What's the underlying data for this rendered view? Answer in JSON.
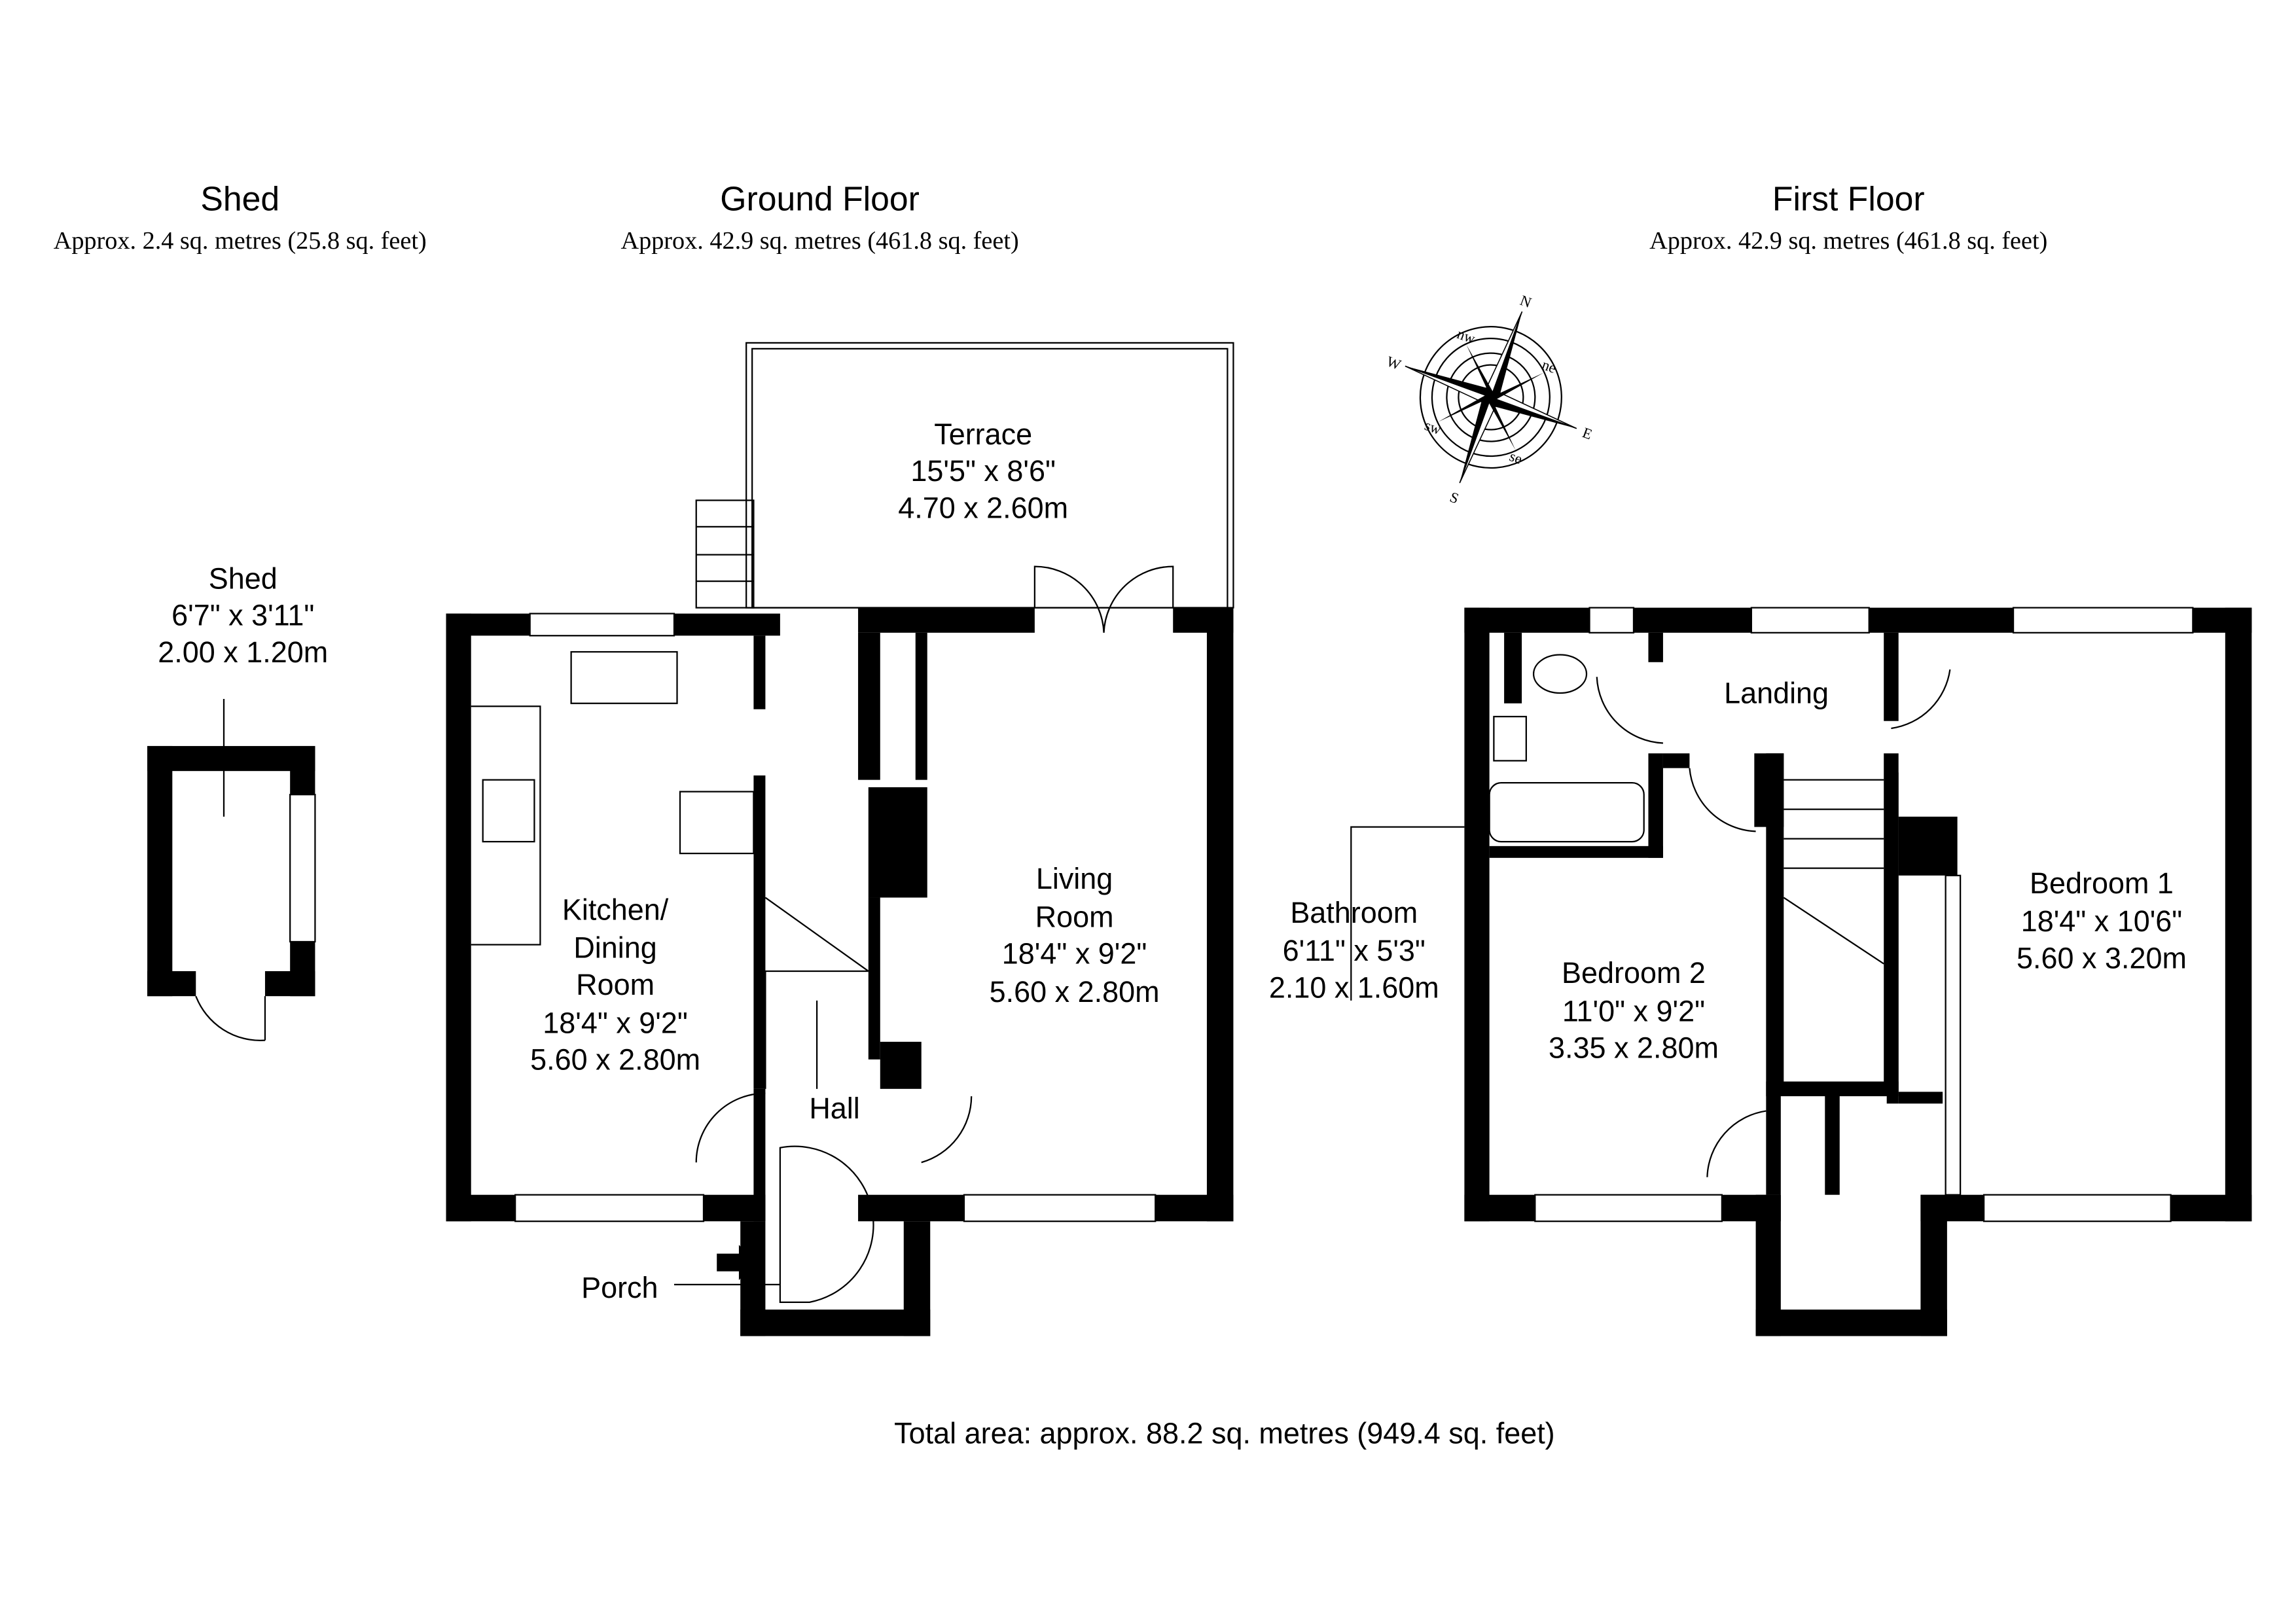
{
  "headings": {
    "shed": {
      "title": "Shed",
      "area": "Approx. 2.4 sq. metres (25.8 sq. feet)"
    },
    "ground": {
      "title": "Ground Floor",
      "area": "Approx. 42.9 sq. metres (461.8 sq. feet)"
    },
    "first": {
      "title": "First Floor",
      "area": "Approx. 42.9 sq. metres (461.8 sq. feet)"
    }
  },
  "rooms": {
    "shed": [
      "Shed",
      "6'7\" x 3'11\"",
      "2.00 x 1.20m"
    ],
    "terrace": [
      "Terrace",
      "15'5\" x 8'6\"",
      "4.70 x 2.60m"
    ],
    "kitchen": [
      "Kitchen/",
      "Dining",
      "Room",
      "18'4\" x 9'2\"",
      "5.60 x 2.80m"
    ],
    "living": [
      "Living",
      "Room",
      "18'4\" x 9'2\"",
      "5.60 x 2.80m"
    ],
    "hall": "Hall",
    "porch": "Porch",
    "landing": "Landing",
    "bathroom": [
      "Bathroom",
      "6'11\" x 5'3\"",
      "2.10 x 1.60m"
    ],
    "bedroom2": [
      "Bedroom 2",
      "11'0\" x 9'2\"",
      "3.35 x 2.80m"
    ],
    "bedroom1": [
      "Bedroom 1",
      "18'4\" x 10'6\"",
      "5.60 x 3.20m"
    ]
  },
  "compass": {
    "icon": "compass-rose-icon",
    "N": "N",
    "E": "E",
    "S": "S",
    "W": "W",
    "ne": "ne",
    "nw": "nw",
    "se": "se",
    "sw": "sw"
  },
  "total": "Total area: approx. 88.2 sq. metres (949.4 sq. feet)",
  "colors": {
    "wall": "#000000",
    "background": "#ffffff"
  }
}
